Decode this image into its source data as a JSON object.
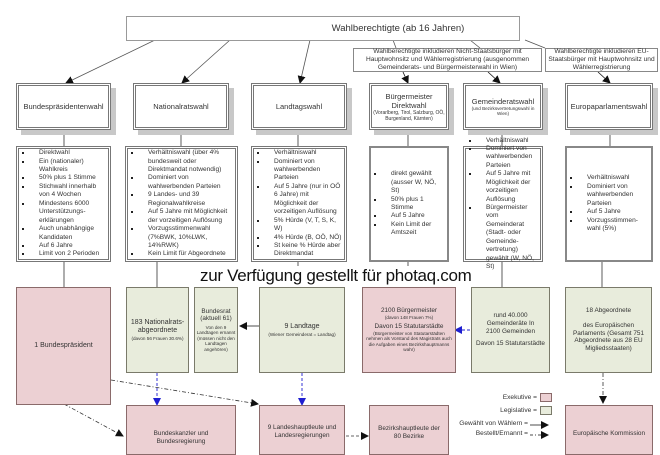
{
  "top": {
    "label": "Wahlberechtigte (ab 16 Jahren)"
  },
  "notes": {
    "non_citizens": "Wahlberechtigte inkludieren Nicht-Staatsbürger mit Hauptwohnsitz und Wählerregistrierung (ausgenommen Gemeinderats- und Bürgermeisterwahl in Wien)",
    "eu_citizens": "Wahlberechtigte inkludieren EU-Staatsbürger mit Hauptwohnsitz und Wählerregistrierung"
  },
  "elections": [
    {
      "title": "Bundespräsidentenwahl",
      "subtitle": ""
    },
    {
      "title": "Nationalratswahl",
      "subtitle": ""
    },
    {
      "title": "Landtagswahl",
      "subtitle": ""
    },
    {
      "title": "Bürgermeister Direktwahl",
      "subtitle": "(Vorarlberg, Tirol, Salzburg, OÖ, Burgenland, Kärnten)"
    },
    {
      "title": "Gemeinderatswahl",
      "subtitle": "(und Bezirksvertretungswahl in Wien)"
    },
    {
      "title": "Europaparlamentswahl",
      "subtitle": ""
    }
  ],
  "features": [
    [
      "Direktwahl",
      "Ein (nationaler) Wahlkreis",
      "50% plus 1 Stimme",
      "Stichwahl innerhalb von 4 Wochen",
      "Mindestens 6000 Unterstützungs-erklärungen",
      "Auch unabhängige Kandidaten",
      "Auf 6 Jahre",
      "Limit von 2 Perioden"
    ],
    [
      "Verhältniswahl (über 4% bundesweit oder Direktmandat notwendig)",
      "Dominiert von wahlwerbenden Parteien",
      "9 Landes- und 39 Regionalwahlkreise",
      "Auf 5 Jahre mit Möglichkeit der vorzeitigen Auflösung",
      "Vorzugsstimmenwahl (7%BWK, 10%LWK, 14%RWK)",
      "Kein Limit für Abgeordnete"
    ],
    [
      "Verhältniswahl",
      "Dominiert von wahlwerbenden Parteien",
      "Auf 5 Jahre (nur in OÖ 6 Jahre) mit Möglichkeit der vorzeitigen Auflösung",
      "5% Hürde (V, T, S, K, W)",
      "4% Hürde (B, OÖ, NÖ)",
      "St keine % Hürde aber Direktmandat"
    ],
    [
      "direkt gewählt (ausser W, NÖ, St)",
      " 50% plus 1 Stimme",
      "Auf 5 Jahre",
      "Kein Limit der Amtszeit"
    ],
    [
      "Verhältniswahl",
      "Dominiert von wahlwerbenden Parteien",
      "Auf 5 Jahre mit Möglichkeit der vorzeitigen Auflösung",
      "Bürgermeister vom Gemeinderat (Stadt- oder Gemeinde-vertretung) gewählt (W, NÖ, St)"
    ],
    [
      "Verhältniswahl",
      "Dominiert von wahlwerbenden Parteien",
      "Auf 5 Jahre",
      "Vorzugsstimmen-wahl (5%)"
    ]
  ],
  "bodies": {
    "president": "1 Bundespräsident",
    "nationalrat_main": "183 Nationalrats-abgeordnete",
    "nationalrat_sub": "(davon 56 Frauen 30.6%)",
    "bundesrat_main": "Bundesrat (aktuell 61)",
    "bundesrat_sub": "Von den 9 Landtagen ernannt (müssen nicht den Landtagen angehören)",
    "landtage_main": "9 Landtage",
    "landtage_sub": "(Wiener Gemeinderat = Landtag)",
    "mayors_count": "2100 Bürgermeister",
    "mayors_women": "(davon 148 Frauen 7%)",
    "mayors_statutory": "Davon 15 Statutarstädte",
    "mayors_statutory_sub": "(Bürgermeister von Statutarstädten nehmen als Vorstand des Magistrats auch die Aufgaben eines Bezirkshauptmanns wahr)",
    "councils_main": "rund 40.000 Gemeinderäte In 2100 Gemeinden",
    "councils_statutory": "Davon 15 Statutarstädte",
    "eu_main": "18 Abgeordnete",
    "eu_sub": "des Europäischen Parlaments (Gesamt 751 Abgeordnete aus 28 EU Migliedsstaaten)"
  },
  "executives": {
    "federal": "Bundeskanzler und Bundesregierung",
    "states": "9 Landeshauptleute und Landesregierungen",
    "districts": "Bezirkshauptleute der 80 Bezirke",
    "eu": "Europäische Kommission"
  },
  "legend": {
    "executive": "Exekutive =",
    "legislative": "Legislative =",
    "elected": "Gewählt von Wählern =",
    "appointed": "Bestellt/Ernannt ="
  },
  "watermark": "zur Verfügung gestellt für photaq.com",
  "colors": {
    "executive": "#ecd0d3",
    "legislative": "#e8ecdc",
    "arrow_blue": "#1f1fd0",
    "line": "#333333"
  }
}
